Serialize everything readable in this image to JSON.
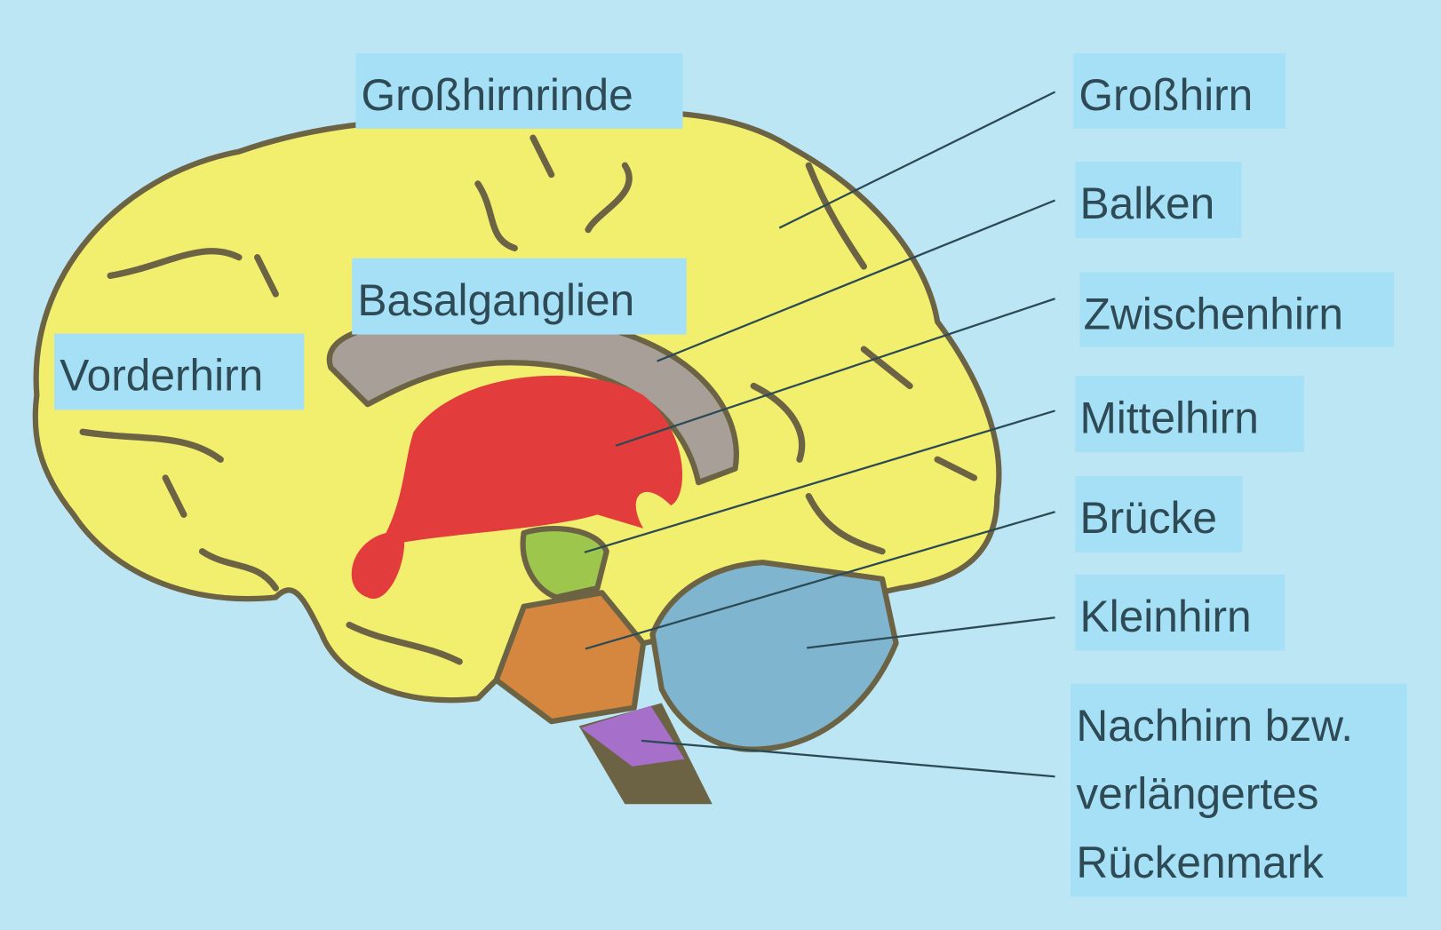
{
  "labels": {
    "cortex": "Großhirnrinde",
    "forebrain": "Vorderhirn",
    "basal_ganglia": "Basalganglien",
    "cerebrum": "Großhirn",
    "corpus_callosum": "Balken",
    "diencephalon": "Zwischenhirn",
    "midbrain": "Mittelhirn",
    "pons": "Brücke",
    "cerebellum": "Kleinhirn",
    "medulla": [
      "Nachhirn bzw.",
      "verlängertes",
      "Rückenmark"
    ]
  },
  "colors": {
    "background": "#bde6f4",
    "label_box": "#a6e0f6",
    "cerebrum": "#f2ef6e",
    "outline": "#6b6343",
    "corpus_callosum": "#a89f98",
    "diencephalon": "#e23c3c",
    "midbrain": "#9dc64d",
    "pons": "#d5863f",
    "medulla": "#a66fca",
    "cerebellum": "#7fb5cf"
  }
}
